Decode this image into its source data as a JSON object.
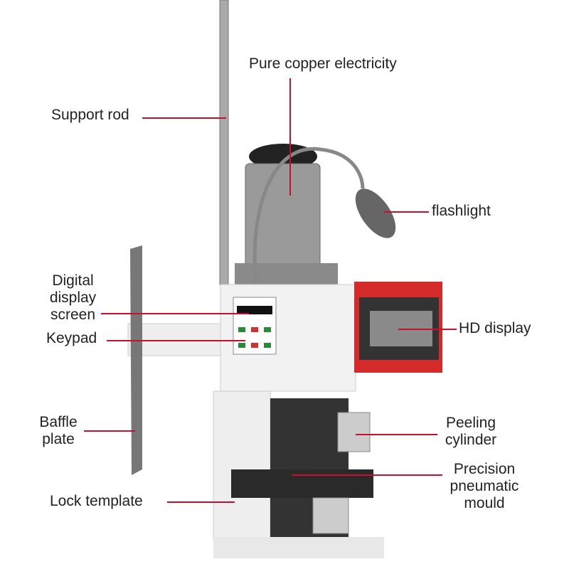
{
  "labels": {
    "pure_copper": "Pure copper electricity",
    "support_rod": "Support rod",
    "flashlight": "flashlight",
    "digital_display": [
      "Digital",
      "display",
      "screen"
    ],
    "keypad": "Keypad",
    "hd_display": "HD display",
    "baffle_plate": [
      "Baffle",
      "plate"
    ],
    "peeling_cylinder": [
      "Peeling",
      "cylinder"
    ],
    "precision_mould": [
      "Precision",
      "pneumatic",
      "mould"
    ],
    "lock_template": "Lock template"
  },
  "colors": {
    "leader_line": "#c8102e",
    "control_box": "#d42a2a",
    "body": "#f2f2f2",
    "motor": "#9a9a9a"
  }
}
